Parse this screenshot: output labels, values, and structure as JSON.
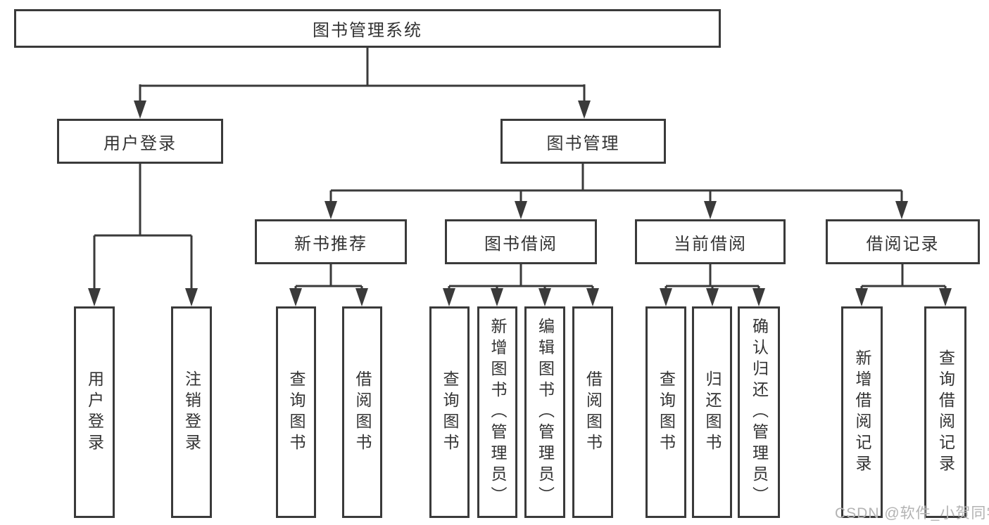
{
  "tree": {
    "label": "图书管理系统",
    "children": [
      {
        "label": "用户登录",
        "children": [
          {
            "label": "用户登录"
          },
          {
            "label": "注销登录"
          }
        ]
      },
      {
        "label": "图书管理",
        "children": [
          {
            "label": "新书推荐",
            "children": [
              {
                "label": "查询图书"
              },
              {
                "label": "借阅图书"
              }
            ]
          },
          {
            "label": "图书借阅",
            "children": [
              {
                "label": "查询图书"
              },
              {
                "label": "新增图书（管理员）"
              },
              {
                "label": "编辑图书（管理员）"
              },
              {
                "label": "借阅图书"
              }
            ]
          },
          {
            "label": "当前借阅",
            "children": [
              {
                "label": "查询图书"
              },
              {
                "label": "归还图书"
              },
              {
                "label": "确认归还（管理员）"
              }
            ]
          },
          {
            "label": "借阅记录",
            "children": [
              {
                "label": "新增借阅记录"
              },
              {
                "label": "查询借阅记录"
              }
            ]
          }
        ]
      }
    ]
  },
  "watermark": "CSDN @软件_小贺同学",
  "colors": {
    "line": "#3a3a3a",
    "text": "#333333",
    "background": "#ffffff",
    "watermark": "#b3b3b3"
  }
}
